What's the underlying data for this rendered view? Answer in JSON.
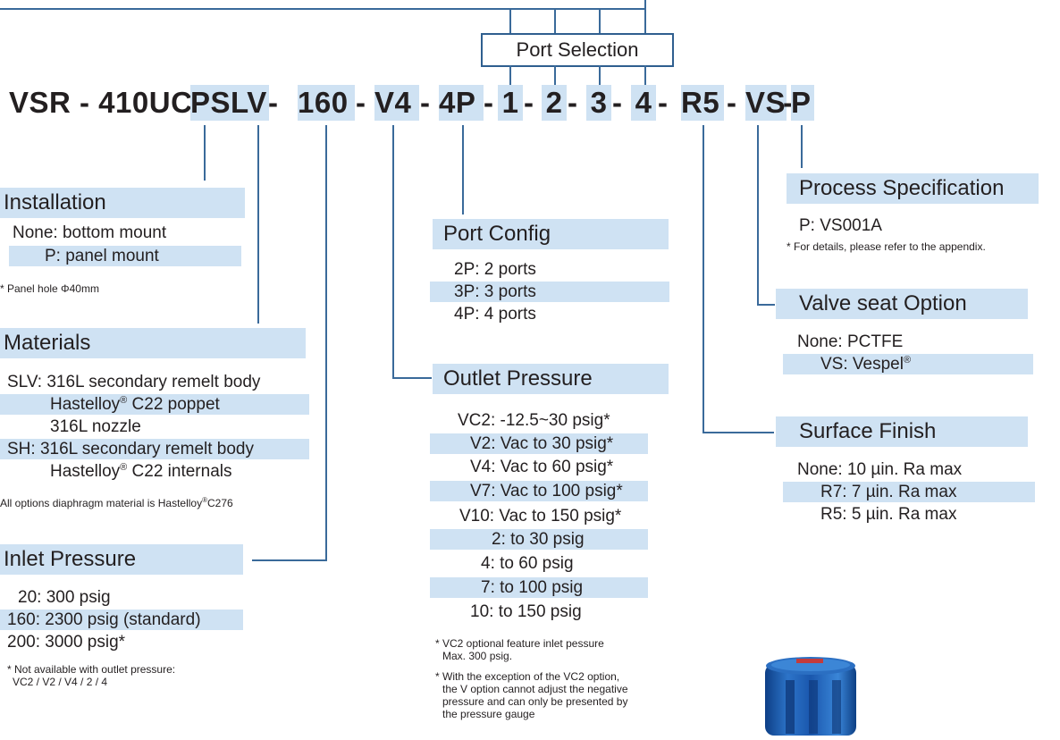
{
  "port_selection": "Port Selection",
  "code": [
    "VSR - 410UC",
    "PSLV",
    " - ",
    "160",
    " - ",
    "V4",
    " - ",
    "4P",
    "- ",
    "1",
    " - ",
    "2",
    " - ",
    "3",
    " - ",
    "4",
    " - ",
    "R5",
    " -",
    "VS",
    "-",
    "P"
  ],
  "installation": {
    "title": "Installation",
    "items": [
      "None: bottom mount",
      "P: panel mount"
    ],
    "note": "* Panel hole Φ40mm"
  },
  "materials": {
    "title": "Materials",
    "items": [
      "SLV: 316L secondary remelt body",
      "Hastelloy",
      " C22 poppet",
      "316L nozzle",
      "SH: 316L secondary remelt body",
      "Hastelloy",
      " C22 internals"
    ],
    "reg": "®",
    "note": "All options diaphragm material is Hastelloy",
    "note_end": "C276"
  },
  "inlet_pressure": {
    "title": "Inlet Pressure",
    "items": [
      "20: 300 psig",
      "160: 2300 psig (standard)",
      "200: 3000 psig*"
    ],
    "note": [
      "* Not available with outlet pressure:",
      "VC2 / V2 / V4 / 2 / 4"
    ]
  },
  "port_config": {
    "title": "Port Config",
    "items": [
      "2P: 2 ports",
      "3P: 3 ports",
      "4P: 4 ports"
    ]
  },
  "outlet_pressure": {
    "title": "Outlet Pressure",
    "items": [
      "VC2: -12.5~30 psig*",
      "V2:  Vac to 30 psig*",
      "V4:  Vac to 60 psig*",
      "V7:  Vac to 100 psig*",
      "V10:  Vac to 150 psig*",
      "2:  to 30 psig",
      "4:  to 60 psig",
      "7:  to 100 psig",
      "10:  to 150 psig"
    ],
    "note1": [
      "* VC2 optional feature inlet pessure",
      "Max. 300 psig."
    ],
    "note2": [
      "* With the exception of the VC2 option,",
      "the V option cannot adjust the negative",
      "pressure and can only be presented by",
      "the pressure gauge"
    ]
  },
  "process_spec": {
    "title": "Process Specification",
    "items": [
      "P: VS001A"
    ],
    "note": "* For details, please refer to the appendix."
  },
  "valve_seat": {
    "title": "Valve seat Option",
    "items": [
      "None:  PCTFE",
      "VS:  Vespel"
    ],
    "reg": "®"
  },
  "surface_finish": {
    "title": "Surface Finish",
    "items": [
      "None: 10 µin. Ra max",
      "R7: 7 µin. Ra max",
      "R5: 5 µin. Ra max"
    ]
  },
  "colors": {
    "highlight": "#cfe2f3",
    "line": "#3a6a9a",
    "box_border": "#2f5f8f",
    "product_blue": "#1f5fa8"
  }
}
